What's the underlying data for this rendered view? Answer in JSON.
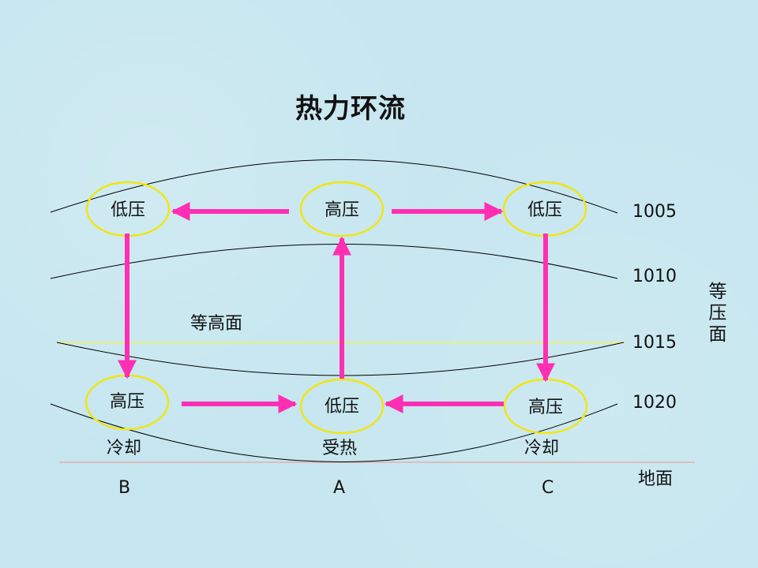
{
  "title": "热力环流",
  "isobars": [
    "1005",
    "1010",
    "1015",
    "1020"
  ],
  "isobaric_surface_label": "等压面",
  "contour_height_label": "等高面",
  "ground_label": "地面",
  "nodes": {
    "upper_left": "低压",
    "upper_center": "高压",
    "upper_right": "低压",
    "lower_left": "高压",
    "lower_center": "低压",
    "lower_right": "高压"
  },
  "conditions": {
    "left": "冷却",
    "center": "受热",
    "right": "冷却"
  },
  "locations": {
    "left": "B",
    "center": "A",
    "right": "C"
  },
  "colors": {
    "background": "#c6e6ef",
    "arrow": "#ff2fb4",
    "ellipse": "#f0e60f",
    "isobar": "#000000",
    "contour_line": "#f6f05a",
    "ground_line": "#e8a4a0"
  }
}
